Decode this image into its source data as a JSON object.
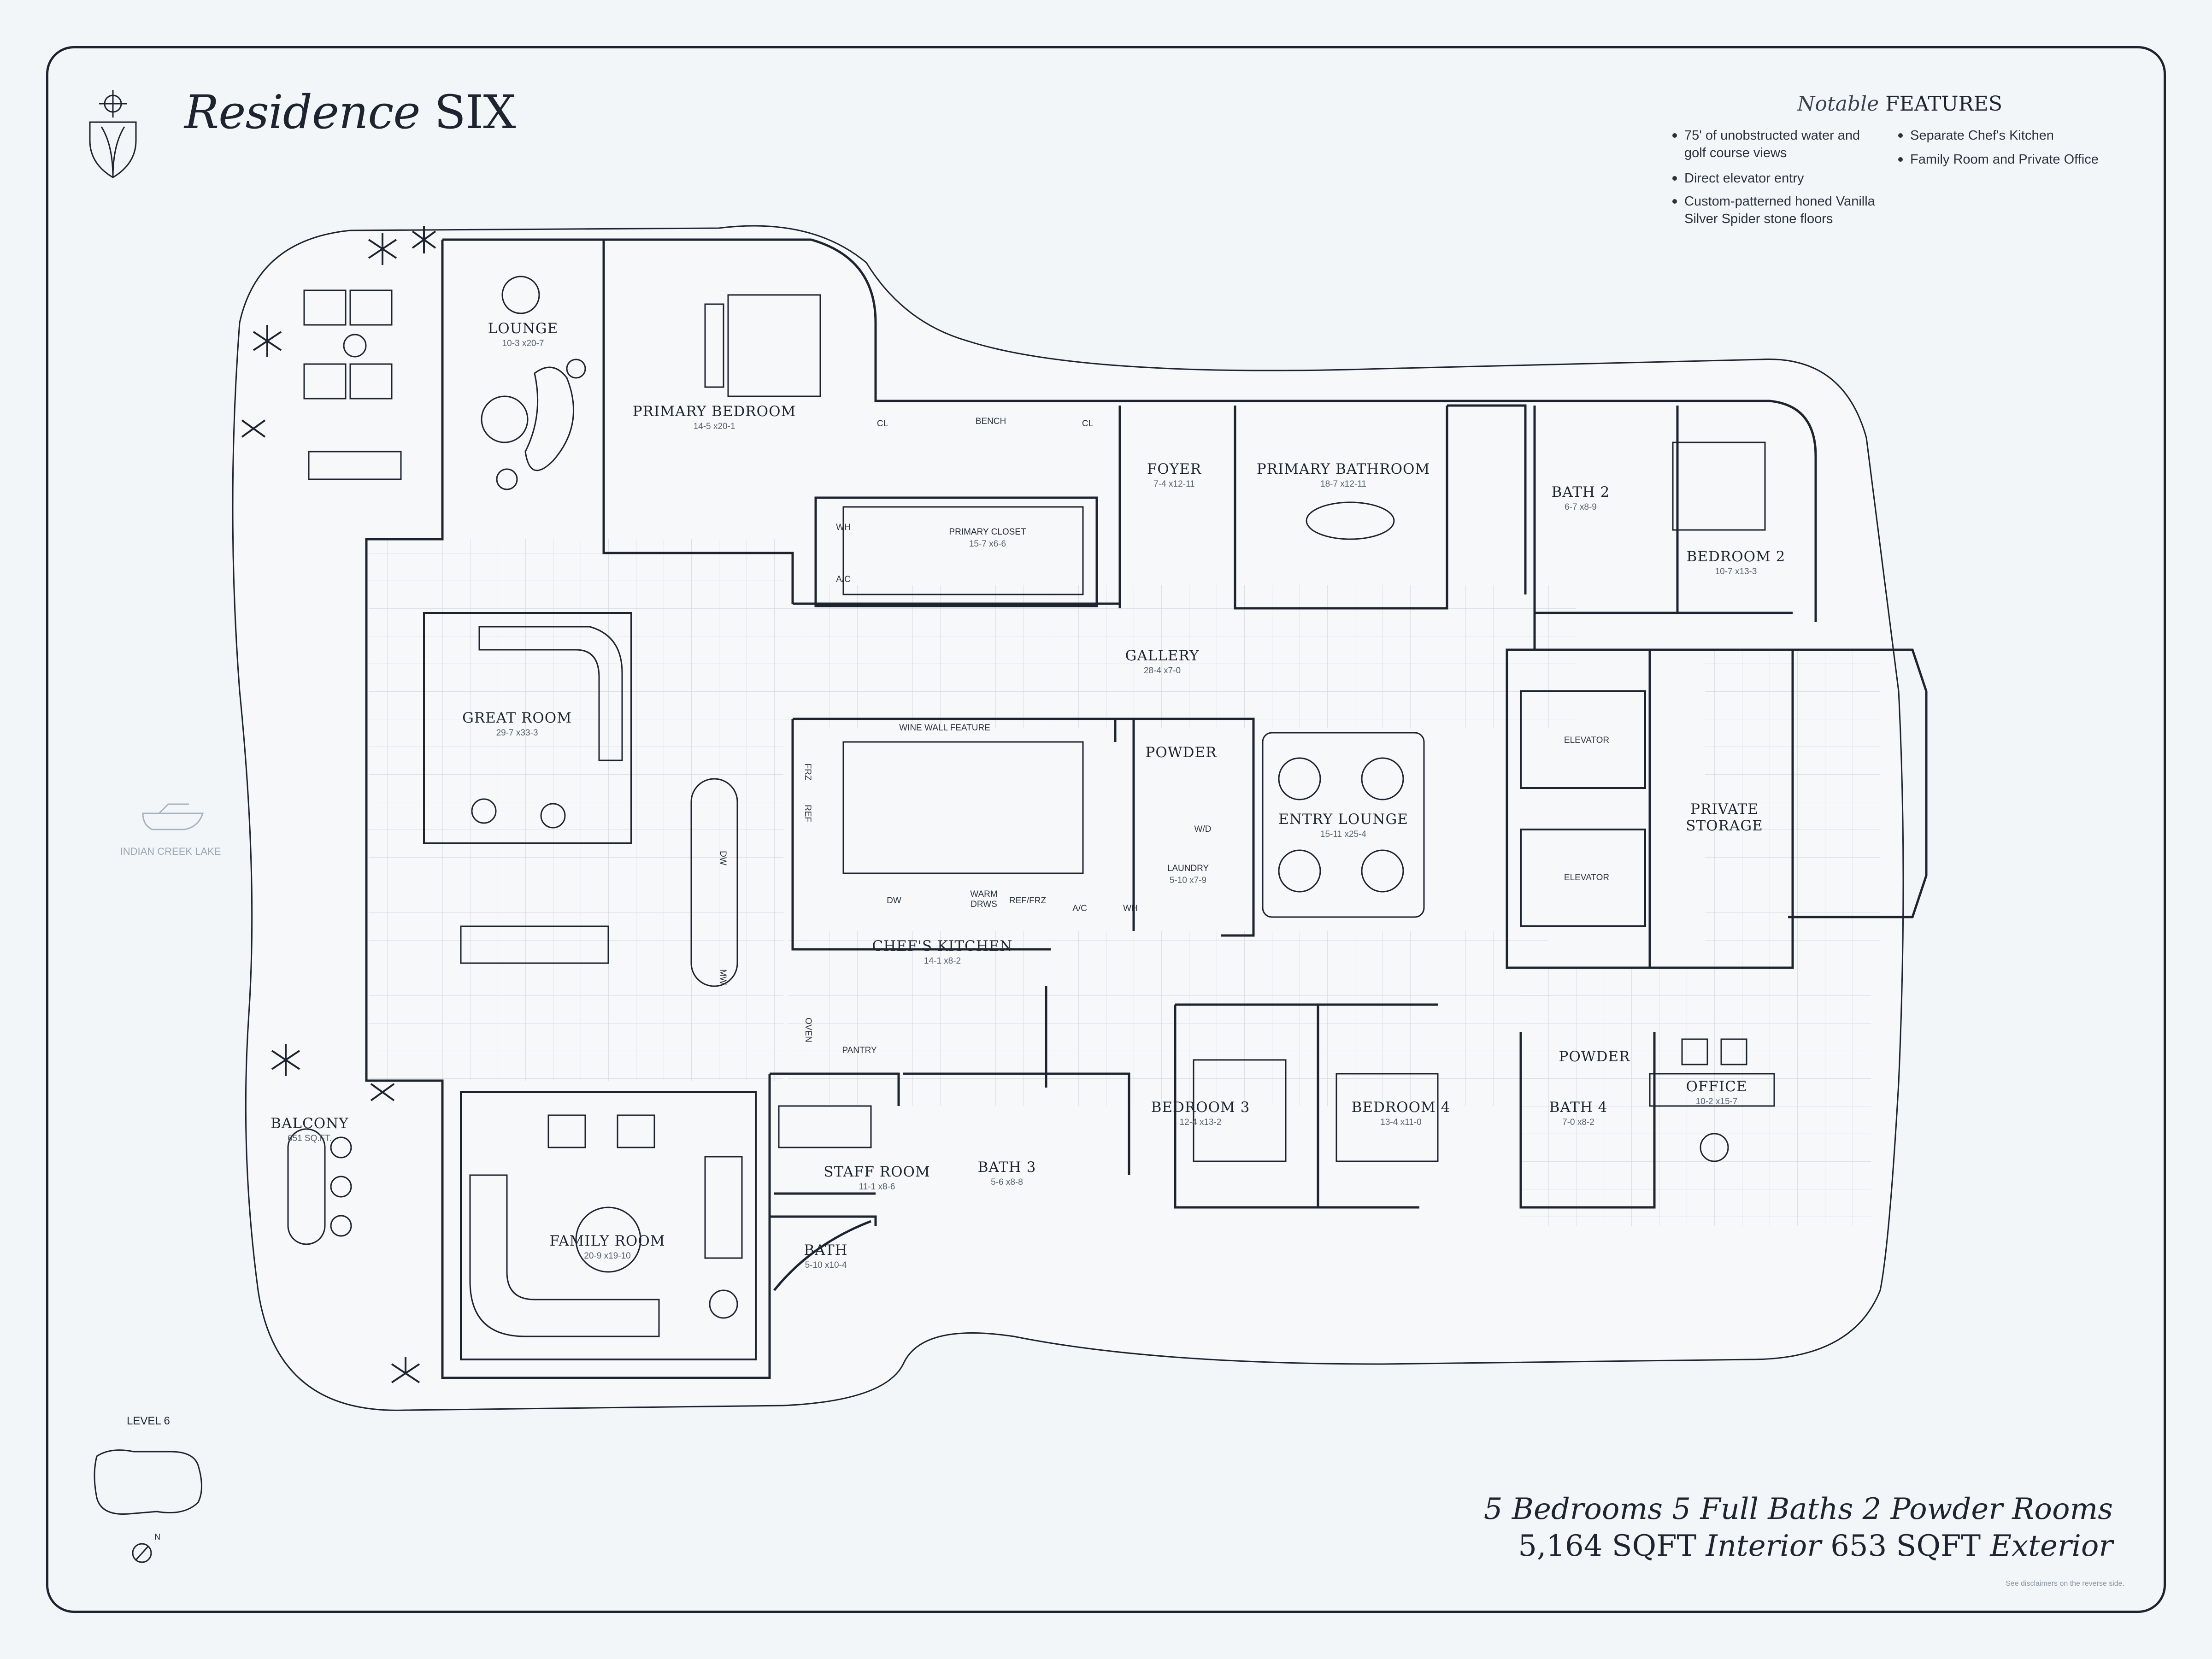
{
  "header": {
    "title_italic": "Residence",
    "title_caps": "SIX"
  },
  "features": {
    "heading_italic": "Notable",
    "heading_caps": "FEATURES",
    "left": [
      "75' of unobstructed water and golf course views",
      "Direct elevator entry",
      "Custom-patterned honed Vanilla Silver Spider stone floors"
    ],
    "right": [
      "Separate Chef's Kitchen",
      "Family Room and Private Office"
    ]
  },
  "rooms": {
    "lounge": {
      "name": "LOUNGE",
      "dims": "10-3 x20-7"
    },
    "primary_bedroom": {
      "name": "PRIMARY BEDROOM",
      "dims": "14-5 x20-1"
    },
    "foyer": {
      "name": "FOYER",
      "dims": "7-4 x12-11"
    },
    "primary_bathroom": {
      "name": "PRIMARY BATHROOM",
      "dims": "18-7 x12-11"
    },
    "bath2": {
      "name": "BATH 2",
      "dims": "6-7 x8-9"
    },
    "bedroom2": {
      "name": "BEDROOM 2",
      "dims": "10-7 x13-3"
    },
    "primary_closet": {
      "name": "PRIMARY CLOSET",
      "dims": "15-7 x6-6"
    },
    "gallery": {
      "name": "GALLERY",
      "dims": "28-4 x7-0"
    },
    "great_room": {
      "name": "GREAT ROOM",
      "dims": "29-7 x33-3"
    },
    "powder1": {
      "name": "POWDER"
    },
    "entry_lounge": {
      "name": "ENTRY LOUNGE",
      "dims": "15-11 x25-4"
    },
    "laundry": {
      "name": "LAUNDRY",
      "dims": "5-10 x7-9"
    },
    "private_storage": {
      "name": "PRIVATE STORAGE"
    },
    "chefs_kitchen": {
      "name": "CHEF'S KITCHEN",
      "dims": "14-1 x8-2"
    },
    "bedroom3": {
      "name": "BEDROOM 3",
      "dims": "12-4 x13-2"
    },
    "bedroom4": {
      "name": "BEDROOM 4",
      "dims": "13-4 x11-0"
    },
    "powder2": {
      "name": "POWDER"
    },
    "bath4": {
      "name": "BATH 4",
      "dims": "7-0 x8-2"
    },
    "office": {
      "name": "OFFICE",
      "dims": "10-2 x15-7"
    },
    "staff_room": {
      "name": "STAFF ROOM",
      "dims": "11-1 x8-6"
    },
    "bath3": {
      "name": "BATH 3",
      "dims": "5-6 x8-8"
    },
    "bath": {
      "name": "BATH",
      "dims": "5-10 x10-4"
    },
    "family_room": {
      "name": "FAMILY ROOM",
      "dims": "20-9 x19-10"
    },
    "balcony": {
      "name": "BALCONY",
      "dims": "651 SQ.FT."
    }
  },
  "fixtures": {
    "bench": "BENCH",
    "cl1": "CL",
    "cl2": "CL",
    "wh1": "WH",
    "ac1": "A/C",
    "wine": "WINE WALL FEATURE",
    "frz": "FRZ",
    "ref": "REF",
    "dw1": "DW",
    "mw": "MW",
    "dw2": "DW",
    "warm": "WARM DRWS",
    "reffrz": "REF/FRZ",
    "ac2": "A/C",
    "wh2": "WH",
    "wd": "W/D",
    "elevator1": "ELEVATOR",
    "elevator2": "ELEVATOR",
    "oven": "OVEN",
    "pantry": "PANTRY"
  },
  "lake_label": "INDIAN CREEK LAKE",
  "level": {
    "label": "LEVEL 6",
    "north": "N"
  },
  "summary": {
    "line1": "5 Bedrooms 5 Full Baths 2 Powder Rooms",
    "sqft_interior_num": "5,164 SQFT",
    "sqft_interior_word": "Interior",
    "sqft_exterior_num": "653 SQFT",
    "sqft_exterior_word": "Exterior"
  },
  "disclaimer": "See disclaimers on the reverse side.",
  "colors": {
    "ink": "#1d2430",
    "background": "#f3f6f9",
    "muted": "#9aa6b4"
  }
}
